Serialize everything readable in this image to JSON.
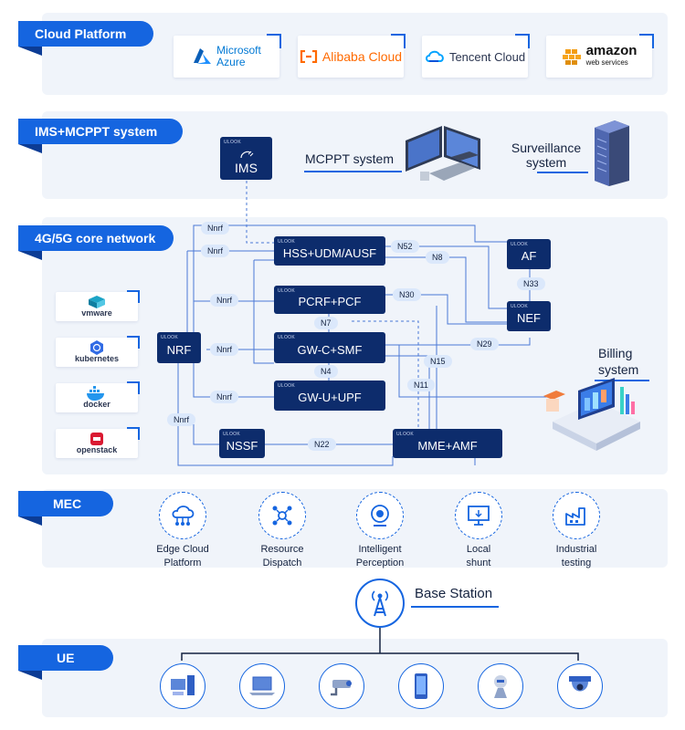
{
  "sections": {
    "cloud": "Cloud Platform",
    "ims": "IMS+MCPPT system",
    "core": "4G/5G core network",
    "mec": "MEC",
    "ue": "UE"
  },
  "cloud_providers": [
    {
      "name": "Microsoft Azure",
      "line1": "Microsoft",
      "line2": "Azure",
      "color": "#0078d4"
    },
    {
      "name": "Alibaba Cloud",
      "color": "#ff6a00"
    },
    {
      "name": "Tencent Cloud",
      "color": "#2a3550"
    },
    {
      "name": "amazon web services",
      "line1": "amazon",
      "line2": "web services",
      "color": "#ff9900"
    }
  ],
  "ims_row": {
    "ims_node": "IMS",
    "mcppt": "MCPPT system",
    "surveillance_line1": "Surveillance",
    "surveillance_line2": "system"
  },
  "node_tag": "ULOOK",
  "core_nodes": {
    "hss": "HSS+UDM/AUSF",
    "pcrf": "PCRF+PCF",
    "gwc": "GW-C+SMF",
    "gwu": "GW-U+UPF",
    "nrf": "NRF",
    "nssf": "NSSF",
    "mme": "MME+AMF",
    "af": "AF",
    "nef": "NEF"
  },
  "interfaces": {
    "nnrf": "Nnrf",
    "n52": "N52",
    "n8": "N8",
    "n30": "N30",
    "n7": "N7",
    "n4": "N4",
    "n22": "N22",
    "n29": "N29",
    "n15": "N15",
    "n11": "N11",
    "n33": "N33"
  },
  "virtualization": [
    "vmware",
    "kubernetes",
    "docker",
    "openstack"
  ],
  "billing": {
    "line1": "Billing",
    "line2": "system"
  },
  "mec_items": [
    {
      "line1": "Edge Cloud",
      "line2": "Platform",
      "icon": "cloud-network-icon"
    },
    {
      "line1": "Resource",
      "line2": "Dispatch",
      "icon": "dispatch-icon"
    },
    {
      "line1": "Intelligent",
      "line2": "Perception",
      "icon": "camera-icon"
    },
    {
      "line1": "Local",
      "line2": "shunt",
      "icon": "monitor-icon"
    },
    {
      "line1": "Industrial",
      "line2": "testing",
      "icon": "factory-icon"
    }
  ],
  "base_station": "Base Station",
  "ue_devices": [
    "desktop-terminal-icon",
    "laptop-icon",
    "cctv-camera-icon",
    "smartphone-icon",
    "robot-icon",
    "dome-camera-icon"
  ],
  "colors": {
    "accent": "#1565e0",
    "node": "#0d2c6c",
    "panel": "#f0f4fa",
    "pill": "#dbe8fb"
  }
}
